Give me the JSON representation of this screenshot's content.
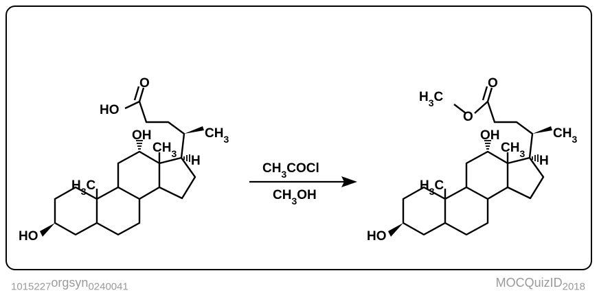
{
  "reaction": {
    "reagent_top": "CH3COCl",
    "reagent_bottom": "CH3OH"
  },
  "starting_material": {
    "labels": {
      "acid": "HO",
      "carbonyl_o": "O",
      "oh12": "OH",
      "ch3_side": "CH3",
      "ch3_18": "CH3",
      "h17": "H",
      "h3c_19": "H3C",
      "ho3": "HO"
    }
  },
  "product": {
    "labels": {
      "methyl": "H3C",
      "ester_o": "O",
      "carbonyl_o": "O",
      "oh12": "OH",
      "ch3_side": "CH3",
      "ch3_18": "CH3",
      "h17": "H",
      "h3c_19": "H3C",
      "ho3": "HO"
    }
  },
  "footer": {
    "doi": "10.15227/orgsyn.024.0041",
    "quiz_id": "MOC Quiz ID: 2018"
  },
  "colors": {
    "ink": "#000000",
    "footer_text": "#9a9a9a",
    "background": "#ffffff"
  }
}
